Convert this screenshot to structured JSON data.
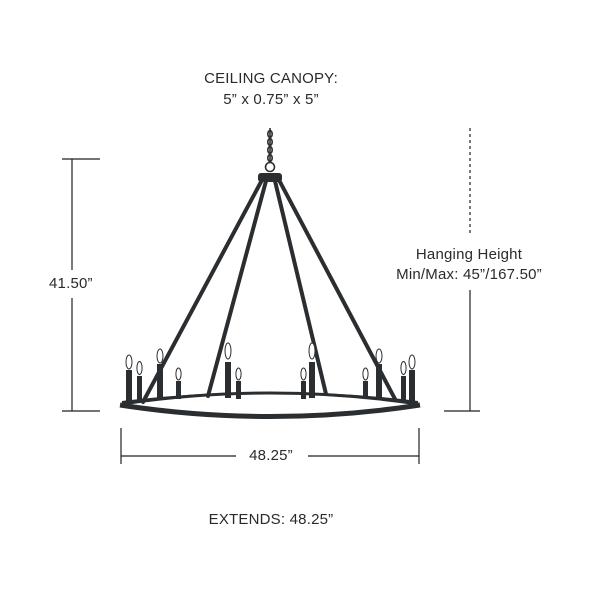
{
  "canopy": {
    "title": "CEILING CANOPY:",
    "dims": "5” x 0.75” x 5”"
  },
  "height": {
    "value": "41.50”"
  },
  "hanging": {
    "line1": "Hanging Height",
    "line2": "Min/Max: 45”/167.50”"
  },
  "width": {
    "value": "48.25”"
  },
  "extends": {
    "text": "EXTENDS: 48.25”"
  },
  "colors": {
    "fixture": "#2b2e31",
    "dim_line": "#222222",
    "text": "#2a2a2a",
    "candle": "#ffffff"
  }
}
